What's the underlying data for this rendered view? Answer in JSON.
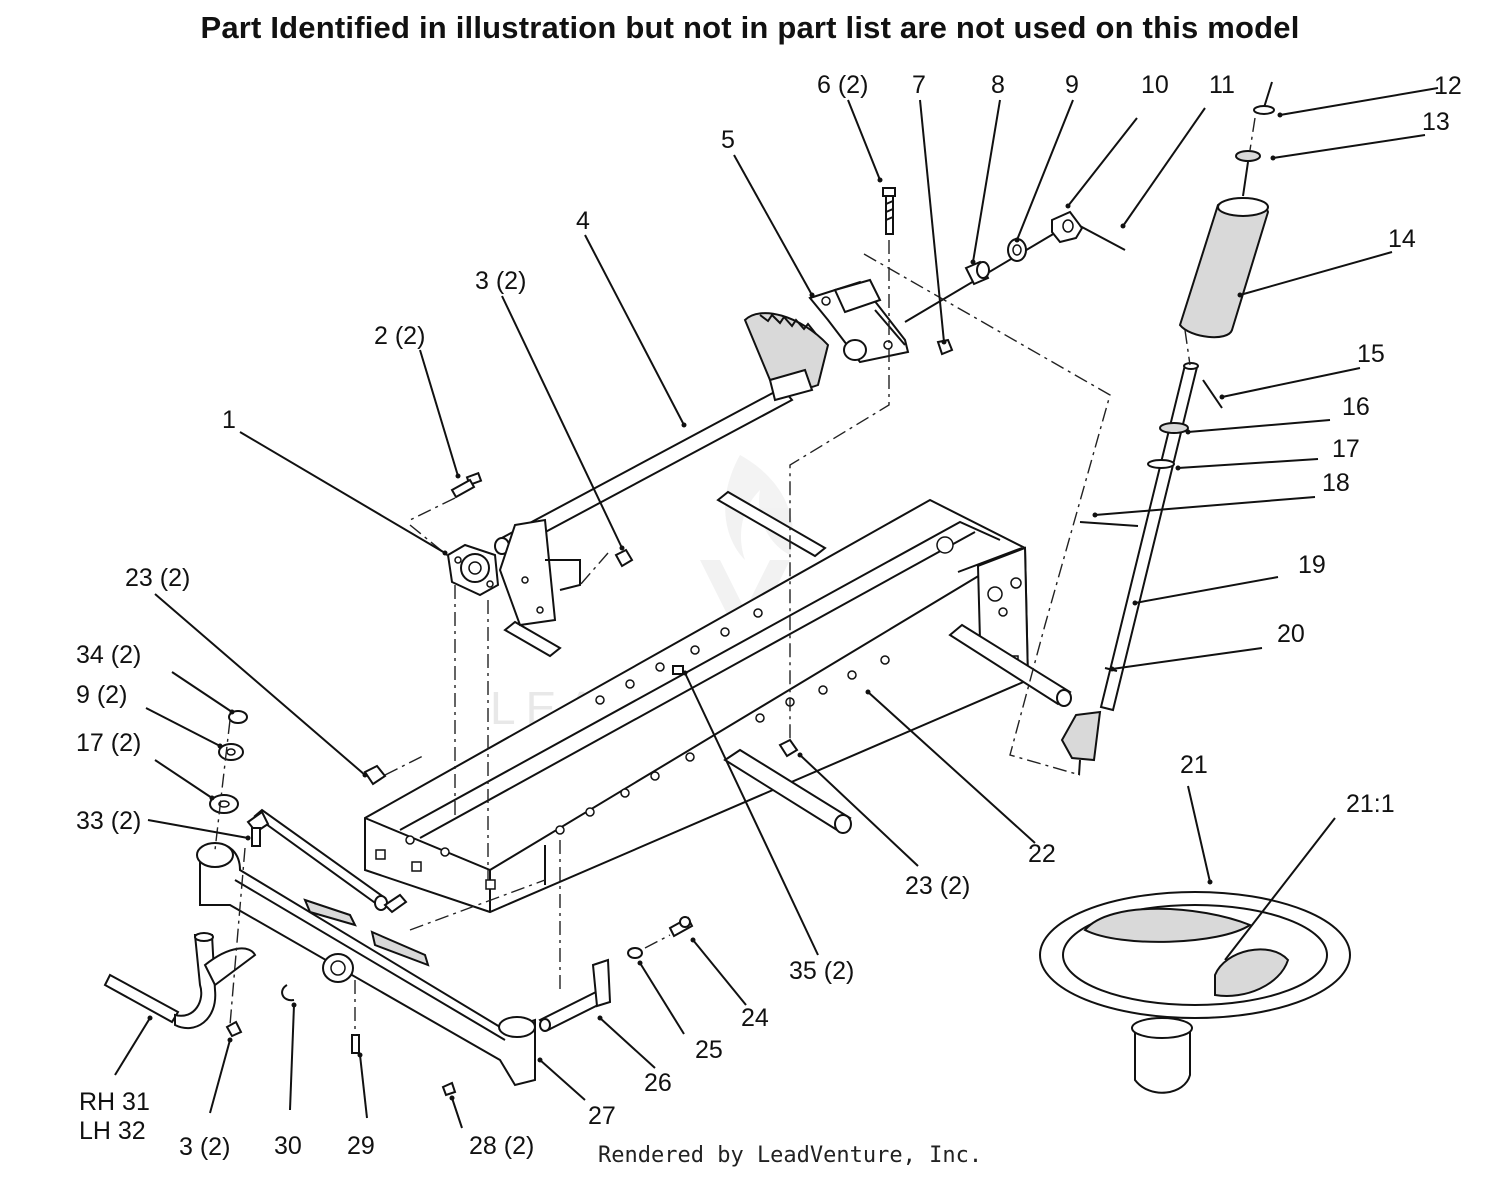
{
  "header": {
    "title": "Part Identified in illustration but not in part list are not used on this model"
  },
  "watermark": "LEADVENTURE",
  "footer": "Rendered by LeadVenture, Inc.",
  "callouts": [
    {
      "id": "c1",
      "text": "1"
    },
    {
      "id": "c2",
      "text": "2 (2)"
    },
    {
      "id": "c3a",
      "text": "3 (2)"
    },
    {
      "id": "c4",
      "text": "4"
    },
    {
      "id": "c5",
      "text": "5"
    },
    {
      "id": "c6",
      "text": "6 (2)"
    },
    {
      "id": "c7",
      "text": "7"
    },
    {
      "id": "c8",
      "text": "8"
    },
    {
      "id": "c9",
      "text": "9"
    },
    {
      "id": "c10",
      "text": "10"
    },
    {
      "id": "c11",
      "text": "11"
    },
    {
      "id": "c12",
      "text": "12"
    },
    {
      "id": "c13",
      "text": "13"
    },
    {
      "id": "c14",
      "text": "14"
    },
    {
      "id": "c15",
      "text": "15"
    },
    {
      "id": "c16",
      "text": "16"
    },
    {
      "id": "c17",
      "text": "17"
    },
    {
      "id": "c18",
      "text": "18"
    },
    {
      "id": "c19",
      "text": "19"
    },
    {
      "id": "c20",
      "text": "20"
    },
    {
      "id": "c21",
      "text": "21"
    },
    {
      "id": "c21_1",
      "text": "21:1"
    },
    {
      "id": "c22",
      "text": "22"
    },
    {
      "id": "c23a",
      "text": "23 (2)"
    },
    {
      "id": "c23b",
      "text": "23 (2)"
    },
    {
      "id": "c34",
      "text": "34 (2)"
    },
    {
      "id": "c9b",
      "text": "9 (2)"
    },
    {
      "id": "c17b",
      "text": "17 (2)"
    },
    {
      "id": "c33",
      "text": "33 (2)"
    },
    {
      "id": "c35",
      "text": "35 (2)"
    },
    {
      "id": "c24",
      "text": "24"
    },
    {
      "id": "c25",
      "text": "25"
    },
    {
      "id": "c26",
      "text": "26"
    },
    {
      "id": "c27",
      "text": "27"
    },
    {
      "id": "c28",
      "text": "28 (2)"
    },
    {
      "id": "c29",
      "text": "29"
    },
    {
      "id": "c30",
      "text": "30"
    },
    {
      "id": "c3b",
      "text": "3 (2)"
    },
    {
      "id": "c31",
      "text": "RH 31"
    },
    {
      "id": "c32",
      "text": "LH 32"
    }
  ]
}
